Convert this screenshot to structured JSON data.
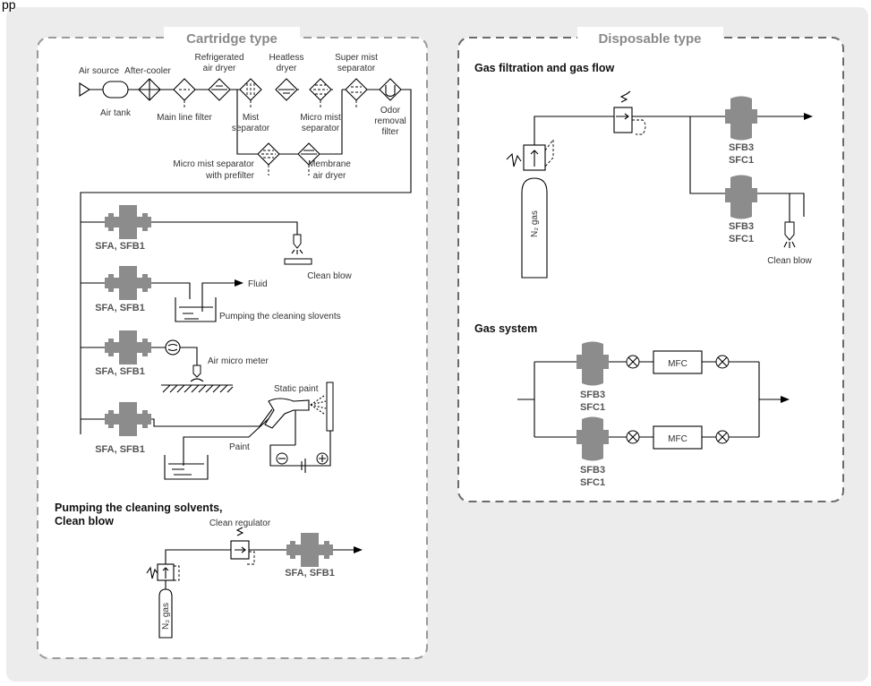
{
  "header_text": "pp",
  "cartridge": {
    "title": "Cartridge type",
    "labels": {
      "air_source": "Air source",
      "after_cooler": "After-cooler",
      "refrigerated_dryer_1": "Refrigerated",
      "refrigerated_dryer_2": "air dryer",
      "heatless_dryer_1": "Heatless",
      "heatless_dryer_2": "dryer",
      "super_mist_1": "Super mist",
      "super_mist_2": "separator",
      "air_tank": "Air tank",
      "main_line_filter": "Main line filter",
      "mist_sep_1": "Mist",
      "mist_sep_2": "separator",
      "micro_mist_1": "Micro mist",
      "micro_mist_2": "separator",
      "odor_1": "Odor",
      "odor_2": "removal",
      "odor_3": "filter",
      "micro_prefilter_1": "Micro mist separator",
      "micro_prefilter_2": "with prefilter",
      "membrane_1": "Membrane",
      "membrane_2": "air dryer"
    },
    "branches": {
      "model_label": "SFA, SFB1",
      "clean_blow": "Clean blow",
      "fluid": "Fluid",
      "pumping": "Pumping the cleaning slovents",
      "air_micro_meter": "Air micro meter",
      "static_paint": "Static paint",
      "paint": "Paint"
    },
    "sub": {
      "heading_1": "Pumping the cleaning solvents,",
      "heading_2": "Clean blow",
      "clean_regulator": "Clean regulator",
      "n2_gas": "N₂ gas",
      "model_label": "SFA, SFB1"
    }
  },
  "disposable": {
    "title": "Disposable type",
    "gas_filtration": {
      "heading": "Gas filtration and gas flow",
      "n2_gas": "N₂ gas",
      "model_1": "SFB3",
      "model_2": "SFC1",
      "clean_blow": "Clean blow"
    },
    "gas_system": {
      "heading": "Gas system",
      "mfc": "MFC",
      "model_1": "SFB3",
      "model_2": "SFC1"
    }
  }
}
